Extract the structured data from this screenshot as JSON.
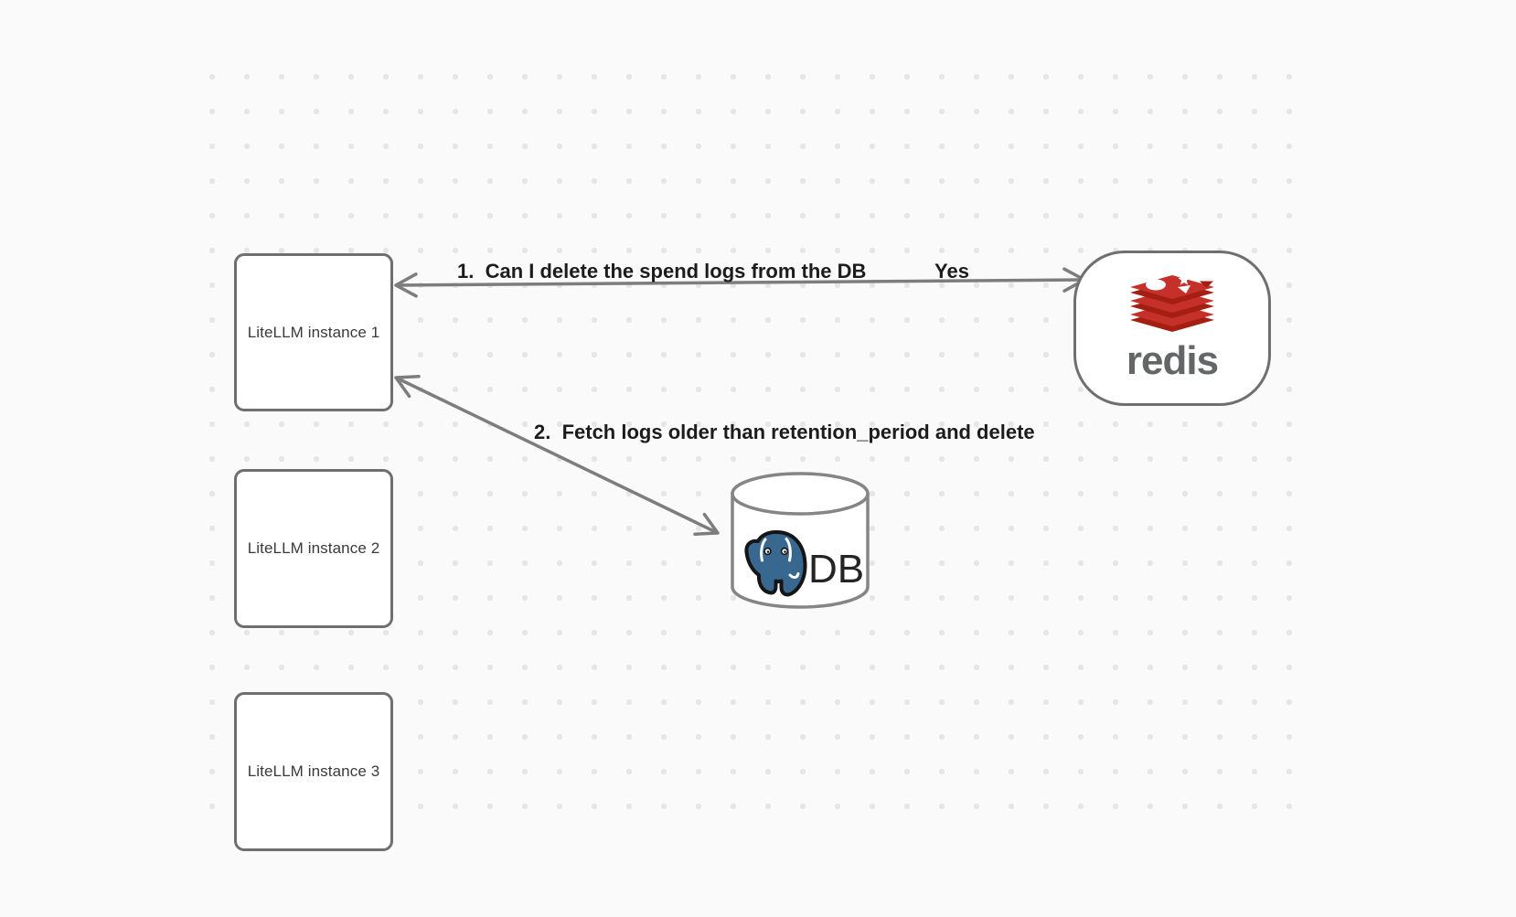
{
  "canvas": {
    "background_color": "#fafafa",
    "dot_color": "#e6e6e6",
    "shape_border_color": "#6f6f6f",
    "arrow_color": "#7d7d7d",
    "label_text_color": "#1c1c1c",
    "node_text_color": "#3a3a3a"
  },
  "instances": [
    {
      "label": "LiteLLM instance 1"
    },
    {
      "label": "LiteLLM instance 2"
    },
    {
      "label": "LiteLLM instance 3"
    }
  ],
  "redis": {
    "logo_icon": "redis-logo-icon",
    "wordmark": "redis",
    "logo_red": "#c6302b",
    "logo_dark_red": "#a41e11",
    "wordmark_color": "#636567"
  },
  "database": {
    "label": "DB",
    "logo_icon": "postgresql-logo-icon",
    "logo_blue": "#38678f",
    "cylinder_border_color": "#858585"
  },
  "messages": {
    "step1": "1.  Can I delete the spend logs from the DB",
    "step1_response": "Yes",
    "step2": "2.  Fetch logs older than retention_period and delete"
  }
}
